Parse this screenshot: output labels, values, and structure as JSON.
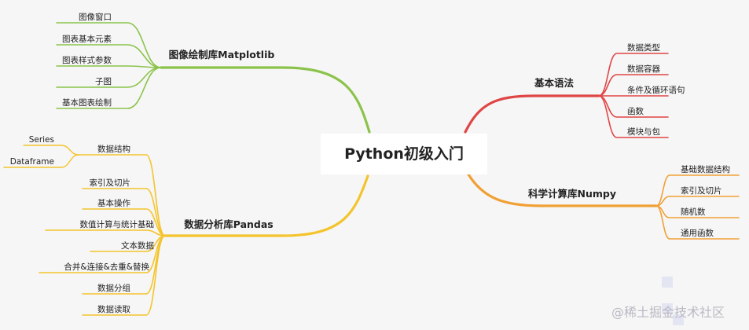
{
  "root": {
    "label": "Python初级入门"
  },
  "branches": [
    {
      "label": "图像绘制库Matplotlib",
      "color": "#8bc34a",
      "children": [
        {
          "label": "图像窗口"
        },
        {
          "label": "图表基本元素"
        },
        {
          "label": "图表样式参数"
        },
        {
          "label": "子图"
        },
        {
          "label": "基本图表绘制"
        }
      ]
    },
    {
      "label": "数据分析库Pandas",
      "color": "#f4c42c",
      "children": [
        {
          "label": "数据结构",
          "children": [
            {
              "label": "Series"
            },
            {
              "label": "Dataframe"
            }
          ]
        },
        {
          "label": "索引及切片"
        },
        {
          "label": "基本操作"
        },
        {
          "label": "数值计算与统计基础"
        },
        {
          "label": "文本数据"
        },
        {
          "label": "合并&连接&去重&替换"
        },
        {
          "label": "数据分组"
        },
        {
          "label": "数据读取"
        }
      ]
    },
    {
      "label": "基本语法",
      "color": "#e04545",
      "children": [
        {
          "label": "数据类型"
        },
        {
          "label": "数据容器"
        },
        {
          "label": "条件及循环语句"
        },
        {
          "label": "函数"
        },
        {
          "label": "模块与包"
        }
      ]
    },
    {
      "label": "科学计算库Numpy",
      "color": "#f0a035",
      "children": [
        {
          "label": "基础数据结构"
        },
        {
          "label": "索引及切片"
        },
        {
          "label": "随机数"
        },
        {
          "label": "通用函数"
        }
      ]
    }
  ],
  "watermark": {
    "label": "@稀土掘金技术社区"
  }
}
